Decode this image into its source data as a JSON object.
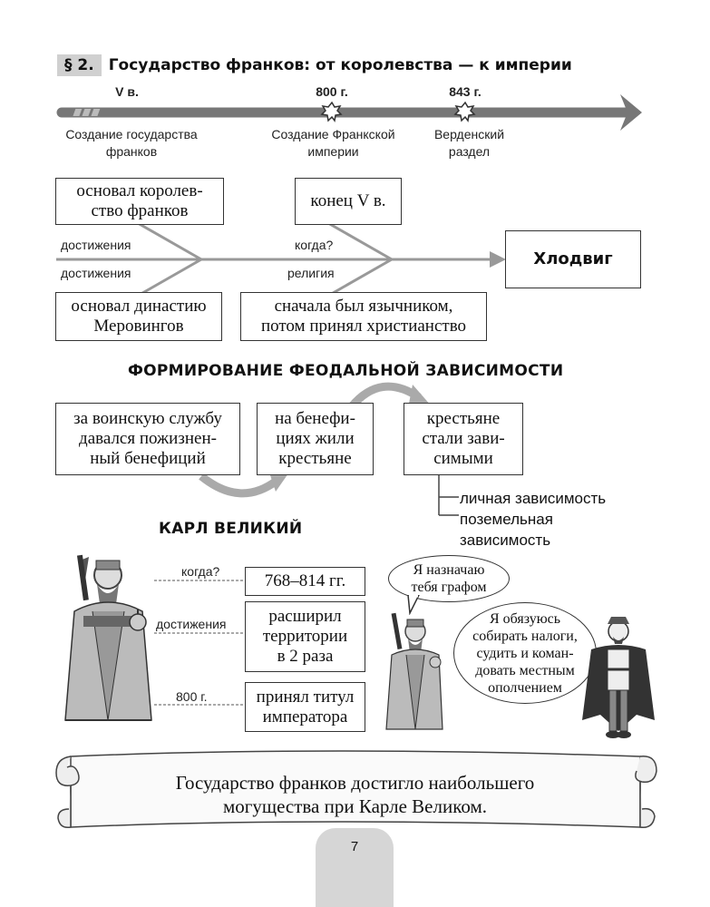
{
  "section": {
    "number": "§ 2.",
    "title": "Государство франков: от королевства — к империи"
  },
  "timeline": {
    "marks": [
      {
        "label": "V в.",
        "caption_line1": "Создание государства",
        "caption_line2": "франков"
      },
      {
        "label": "800 г.",
        "caption_line1": "Создание Франкской",
        "caption_line2": "империи"
      },
      {
        "label": "843 г.",
        "caption_line1": "Верденский",
        "caption_line2": "раздел"
      }
    ]
  },
  "clovis": {
    "name": "Хлодвиг",
    "box_founded_line1": "основал королев-",
    "box_founded_line2": "ство франков",
    "box_when": "конец V в.",
    "box_dynasty_line1": "основал династию",
    "box_dynasty_line2": "Меровингов",
    "box_religion_line1": "сначала был язычником,",
    "box_religion_line2": "потом принял христианство",
    "label_achievements_1": "достижения",
    "label_achievements_2": "достижения",
    "label_when": "когда?",
    "label_religion": "религия"
  },
  "feudal": {
    "heading": "ФОРМИРОВАНИЕ ФЕОДАЛЬНОЙ ЗАВИСИМОСТИ",
    "box1_line1": "за воинскую службу",
    "box1_line2": "давался пожизнен-",
    "box1_line3": "ный бенефиций",
    "box2_line1": "на бенефи-",
    "box2_line2": "циях жили",
    "box2_line3": "крестьяне",
    "box3_line1": "крестьяне",
    "box3_line2": "стали зави-",
    "box3_line3": "симыми",
    "dependence": [
      "личная зависимость",
      "поземельная",
      "зависимость"
    ]
  },
  "charlemagne": {
    "heading": "КАРЛ ВЕЛИКИЙ",
    "label_when": "когда?",
    "value_when": "768–814 гг.",
    "label_achievements": "достижения",
    "value_achievements_line1": "расширил",
    "value_achievements_line2": "территории",
    "value_achievements_line3": "в 2 раза",
    "label_800": "800 г.",
    "value_800_line1": "принял титул",
    "value_800_line2": "императора",
    "speech_king_line1": "Я назначаю",
    "speech_king_line2": "тебя графом",
    "speech_count_line1": "Я обязуюсь",
    "speech_count_line2": "собирать налоги,",
    "speech_count_line3": "судить и коман-",
    "speech_count_line4": "довать местным",
    "speech_count_line5": "ополчением"
  },
  "scroll": {
    "line1": "Государство франков достигло наибольшего",
    "line2": "могущества при Карле Великом."
  },
  "page_number": "7"
}
